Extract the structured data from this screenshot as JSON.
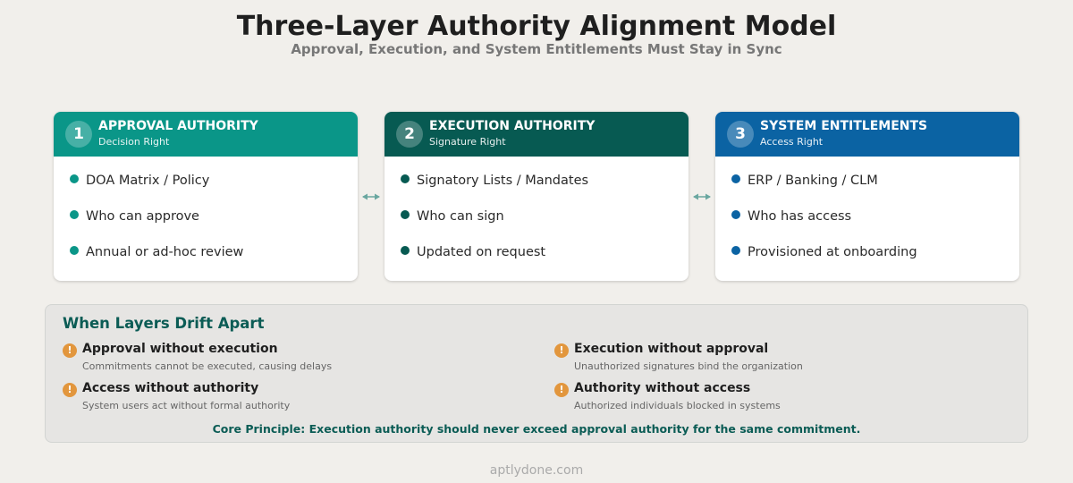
{
  "header": {
    "title": "Three-Layer Authority Alignment Model",
    "subtitle": "Approval, Execution, and System Entitlements Must Stay in Sync"
  },
  "layers": [
    {
      "number": "1",
      "title": "APPROVAL AUTHORITY",
      "subtitle": "Decision Right",
      "color": "#0a9688",
      "dot_color": "#0a9688",
      "items": [
        "DOA Matrix / Policy",
        "Who can approve",
        "Annual or ad-hoc review"
      ]
    },
    {
      "number": "2",
      "title": "EXECUTION AUTHORITY",
      "subtitle": "Signature Right",
      "color": "#075a52",
      "dot_color": "#075a52",
      "items": [
        "Signatory Lists / Mandates",
        "Who can sign",
        "Updated on request"
      ]
    },
    {
      "number": "3",
      "title": "SYSTEM ENTITLEMENTS",
      "subtitle": "Access Right",
      "color": "#0b63a3",
      "dot_color": "#0b63a3",
      "items": [
        "ERP / Banking / CLM",
        "Who has access",
        "Provisioned at onboarding"
      ]
    }
  ],
  "connector_icon": "double-arrow-icon",
  "drift": {
    "title": "When Layers Drift Apart",
    "risks": [
      {
        "title": "Approval without execution",
        "desc": "Commitments cannot be executed, causing delays"
      },
      {
        "title": "Execution without approval",
        "desc": "Unauthorized signatures bind the organization"
      },
      {
        "title": "Access without authority",
        "desc": "System users act without formal authority"
      },
      {
        "title": "Authority without access",
        "desc": "Authorized individuals blocked in systems"
      }
    ],
    "risk_icon": "warning-icon",
    "principle": "Core Principle: Execution authority should never exceed approval authority for the same commitment."
  },
  "footer": "aptlydone.com"
}
